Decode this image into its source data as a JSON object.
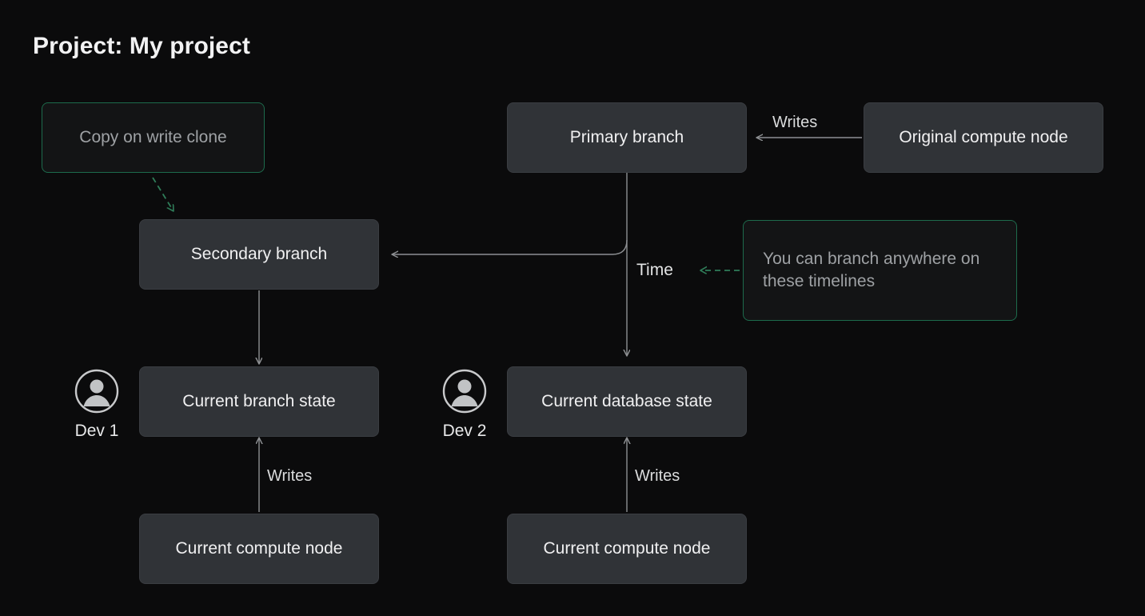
{
  "page": {
    "title": "Project: My project",
    "background_color": "#0b0b0c",
    "node_fill_color": "#303337",
    "accent_green": "#1d6b4c",
    "wire_color": "#8e9093",
    "text_color": "#f0f0f1",
    "muted_text_color": "#9ea1a4"
  },
  "nodes": {
    "copy_on_write_clone": "Copy on write clone",
    "primary_branch": "Primary branch",
    "original_compute_node": "Original compute node",
    "secondary_branch": "Secondary branch",
    "branch_anywhere_note": "You can branch anywhere on these timelines",
    "current_branch_state": "Current branch state",
    "current_database_state": "Current database state",
    "current_compute_node_left": "Current compute node",
    "current_compute_node_right": "Current compute node"
  },
  "labels": {
    "writes_top": "Writes",
    "writes_left": "Writes",
    "writes_right": "Writes",
    "time": "Time"
  },
  "actors": [
    {
      "icon": "user-avatar-icon",
      "name": "Dev 1"
    },
    {
      "icon": "user-avatar-icon",
      "name": "Dev 2"
    }
  ]
}
